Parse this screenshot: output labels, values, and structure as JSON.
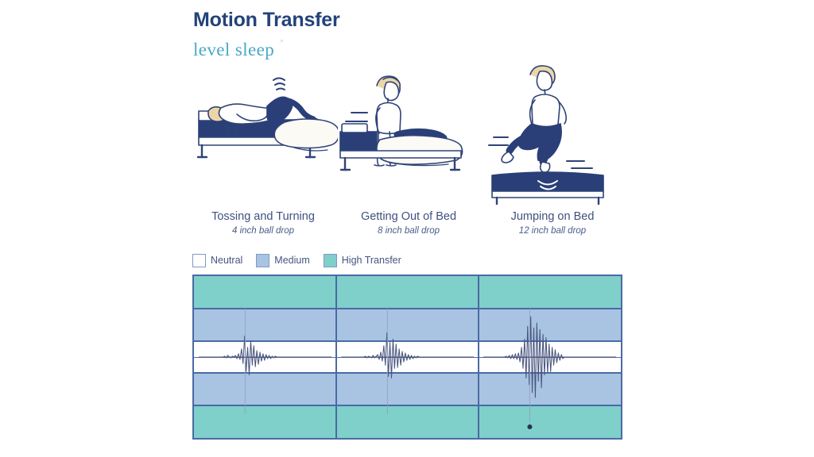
{
  "header": {
    "title": "Motion Transfer",
    "brand": "level sleep",
    "brand_mark": "˚",
    "title_color": "#24427a",
    "brand_color": "#4aa8c8"
  },
  "scenarios": [
    {
      "id": "tossing-and-turning",
      "title": "Tossing and Turning",
      "subtitle": "4 inch ball drop",
      "illustration": "person-lying-in-bed-with-motion-waves"
    },
    {
      "id": "getting-out-of-bed",
      "title": "Getting Out of Bed",
      "subtitle": "8 inch ball drop",
      "illustration": "person-standing-at-bedside-with-motion-lines"
    },
    {
      "id": "jumping-on-bed",
      "title": "Jumping on Bed",
      "subtitle": "12 inch ball drop",
      "illustration": "person-jumping-above-bed-with-motion-waves"
    }
  ],
  "legend": {
    "items": [
      {
        "label": "Neutral",
        "color": "#ffffff"
      },
      {
        "label": "Medium",
        "color": "#a9c4e2"
      },
      {
        "label": "High Transfer",
        "color": "#7fcfca"
      }
    ],
    "swatch_border": "#7f9ac4"
  },
  "chart_data": {
    "type": "line",
    "title": "Motion Transfer",
    "xlabel": "",
    "ylabel": "",
    "grid": true,
    "legend_position": "above-chart",
    "border_color": "#4a6aa5",
    "trace_color": "#49557e",
    "bands": [
      {
        "label": "High Transfer",
        "color": "#7fcfca",
        "range": [
          0.6,
          1.0
        ]
      },
      {
        "label": "Medium",
        "color": "#a9c4e2",
        "range": [
          0.2,
          0.6
        ]
      },
      {
        "label": "Neutral",
        "color": "#ffffff",
        "range": [
          -0.2,
          0.2
        ]
      },
      {
        "label": "Medium",
        "color": "#a9c4e2",
        "range": [
          -0.6,
          -0.2
        ]
      },
      {
        "label": "High Transfer",
        "color": "#7fcfca",
        "range": [
          -1.0,
          -0.6
        ]
      }
    ],
    "ylim": [
      -1.0,
      1.0
    ],
    "panels": [
      {
        "name": "Tossing and Turning",
        "drop_height_inches": 4,
        "peak_amplitude": 0.28,
        "rating": "Neutral"
      },
      {
        "name": "Getting Out of Bed",
        "drop_height_inches": 8,
        "peak_amplitude": 0.31,
        "rating": "Neutral"
      },
      {
        "name": "Jumping on Bed",
        "drop_height_inches": 12,
        "peak_amplitude": 0.52,
        "rating": "Medium"
      }
    ],
    "series": [
      {
        "name": "Tossing and Turning",
        "values": [
          0,
          0,
          0,
          0.01,
          -0.01,
          0.02,
          0,
          -0.01,
          0.01,
          0,
          0.02,
          -0.02,
          0.04,
          -0.03,
          0.1,
          -0.08,
          0.26,
          -0.18,
          0.12,
          -0.22,
          0.2,
          -0.1,
          0.14,
          -0.12,
          0.08,
          -0.09,
          0.06,
          -0.05,
          0.04,
          -0.04,
          0.03,
          -0.02,
          0.02,
          -0.02,
          0.01,
          -0.01,
          0.01,
          0,
          0,
          0
        ]
      },
      {
        "name": "Getting Out of Bed",
        "values": [
          0,
          0,
          0.01,
          -0.01,
          0.01,
          0,
          -0.01,
          0.02,
          -0.01,
          0.01,
          0.03,
          -0.03,
          0.06,
          -0.05,
          0.14,
          -0.1,
          0.3,
          -0.24,
          0.18,
          -0.26,
          0.22,
          -0.14,
          0.16,
          -0.13,
          0.1,
          -0.1,
          0.07,
          -0.06,
          0.05,
          -0.04,
          0.03,
          -0.03,
          0.02,
          -0.02,
          0.01,
          -0.01,
          0.01,
          0,
          0,
          0
        ]
      },
      {
        "name": "Jumping on Bed",
        "values": [
          0,
          0.01,
          -0.01,
          0.02,
          -0.02,
          0.03,
          -0.02,
          0.04,
          -0.03,
          0.05,
          -0.06,
          0.12,
          -0.14,
          0.22,
          -0.26,
          0.38,
          -0.34,
          0.5,
          -0.44,
          0.36,
          -0.5,
          0.42,
          -0.3,
          0.34,
          -0.38,
          0.28,
          -0.22,
          0.24,
          -0.2,
          0.16,
          -0.18,
          0.12,
          -0.1,
          0.09,
          -0.07,
          0.05,
          -0.04,
          0.03,
          -0.02,
          0
        ]
      }
    ]
  }
}
